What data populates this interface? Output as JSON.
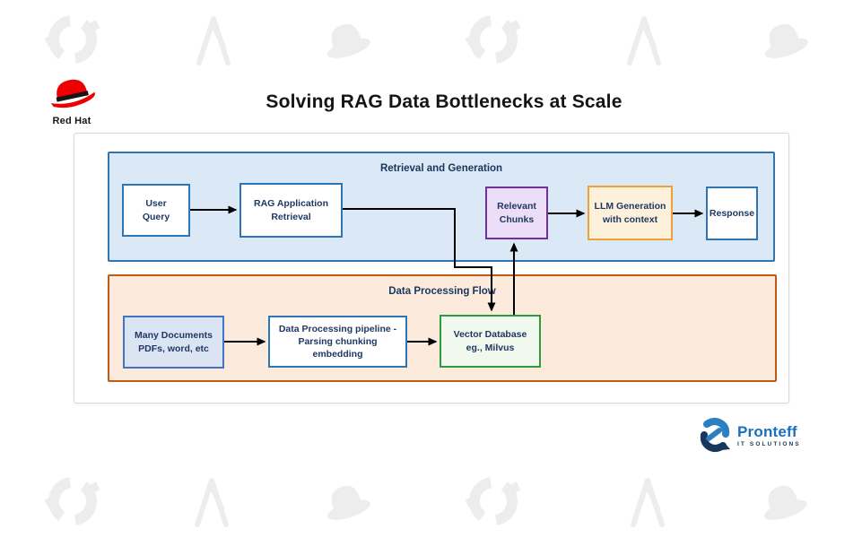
{
  "page": {
    "title": "Solving RAG Data Bottlenecks at Scale"
  },
  "branding": {
    "redhat": {
      "label": "Red Hat"
    },
    "pronteff": {
      "name": "Pronteff",
      "tagline": "IT SOLUTIONS"
    }
  },
  "diagram": {
    "sections": {
      "retrieval": {
        "label": "Retrieval and Generation"
      },
      "processing": {
        "label": "Data Processing Flow"
      }
    },
    "nodes": {
      "user_query": {
        "label": "User\nQuery"
      },
      "rag_app": {
        "label": "RAG Application\nRetrieval"
      },
      "relevant_chunks": {
        "label": "Relevant\nChunks"
      },
      "llm_generation": {
        "label": "LLM Generation\nwith context"
      },
      "response": {
        "label": "Response"
      },
      "many_documents": {
        "label": "Many Documents\nPDFs, word, etc"
      },
      "data_pipeline": {
        "label": "Data Processing pipeline -\nParsing chunking\nembedding"
      },
      "vector_db": {
        "label": "Vector Database\neg., Milvus"
      }
    },
    "colors": {
      "retrieval_fill": "#dbe9f6",
      "retrieval_border": "#2e75b6",
      "processing_fill": "#fcebdd",
      "processing_border": "#c05b13",
      "node_blue_border": "#2e75b6",
      "chunks_fill": "#ebdef6",
      "chunks_border": "#7030a0",
      "llm_fill": "#fdf1dc",
      "llm_border": "#eda137",
      "docs_fill": "#dbe4f3",
      "docs_border": "#4472c4",
      "vector_fill": "#f1f9ef",
      "vector_border": "#2f9b41",
      "text_navy": "#1f3864",
      "connector_black": "#000000",
      "redhat_red": "#ee0000",
      "pronteff_blue": "#1a6fbf",
      "pronteff_navy": "#17375c",
      "watermark_gray": "#ededee"
    },
    "watermark_icons": [
      "openshift-icon",
      "ansible-a-icon",
      "fedora-hat-icon"
    ]
  }
}
